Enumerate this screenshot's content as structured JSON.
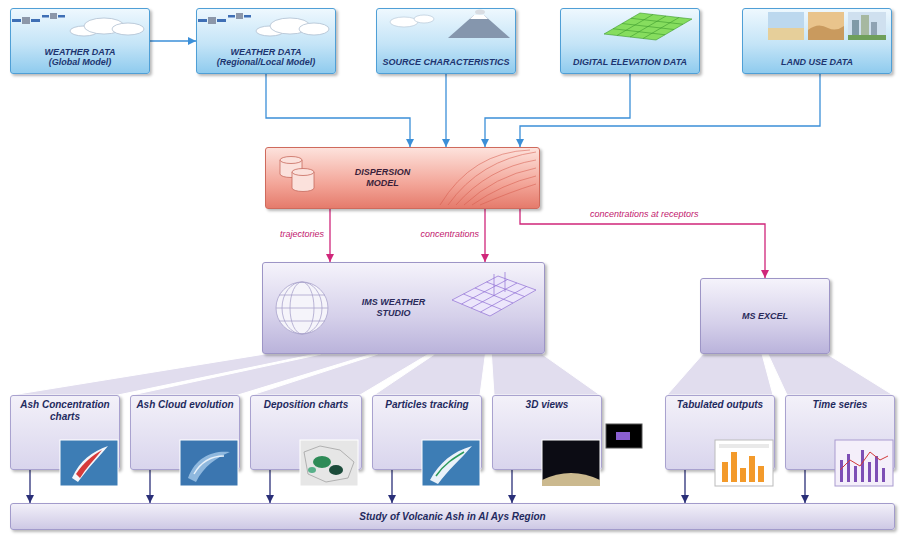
{
  "diagram": {
    "nodes": [
      {
        "text": [
          "WEATHER DATA (Global Model)"
        ]
      },
      {
        "text": [
          "WEATHER DATA (Regional/Local Model)"
        ]
      },
      {
        "text": [
          "SOURCE CHARACTERISTICS"
        ]
      },
      {
        "text": [
          "DIGITAL ELEVATION DATA"
        ]
      },
      {
        "text": [
          "LAND USE DATA"
        ]
      },
      {
        "text": [
          "DISPERSION MODEL"
        ]
      },
      {
        "text": [
          "IMS WEATHER STUDIO"
        ]
      },
      {
        "text": [
          "MS EXCEL"
        ]
      },
      {
        "text": [
          "Ash Concentration charts"
        ]
      },
      {
        "text": [
          "Ash Cloud evolution"
        ]
      },
      {
        "text": [
          "Deposition charts"
        ]
      },
      {
        "text": [
          "Particles tracking"
        ]
      },
      {
        "text": [
          "3D views"
        ]
      },
      {
        "text": [
          "Tabulated outputs"
        ]
      },
      {
        "text": [
          "Time series"
        ]
      },
      {
        "text": [
          "Study of Volcanic Ash in Al Ays Region"
        ]
      }
    ],
    "edges": [
      {
        "from": 0,
        "to": 1,
        "arrow": "to"
      },
      {
        "from": 1,
        "to": 5,
        "arrow": "to"
      },
      {
        "from": 2,
        "to": 5,
        "arrow": "to"
      },
      {
        "from": 3,
        "to": 5,
        "arrow": "to"
      },
      {
        "from": 4,
        "to": 5,
        "arrow": "to"
      },
      {
        "from": 5,
        "to": 6,
        "label": "trajectories",
        "arrow": "to"
      },
      {
        "from": 5,
        "to": 6,
        "label": "concentrations",
        "arrow": "to"
      },
      {
        "from": 5,
        "to": 7,
        "label": "concentrations at receptors",
        "arrow": "to"
      },
      {
        "from": 6,
        "to": 8,
        "arrow": "none"
      },
      {
        "from": 6,
        "to": 9,
        "arrow": "none"
      },
      {
        "from": 6,
        "to": 10,
        "arrow": "none"
      },
      {
        "from": 6,
        "to": 11,
        "arrow": "none"
      },
      {
        "from": 6,
        "to": 12,
        "arrow": "none"
      },
      {
        "from": 7,
        "to": 13,
        "arrow": "none"
      },
      {
        "from": 7,
        "to": 14,
        "arrow": "none"
      },
      {
        "from": 8,
        "to": 15,
        "arrow": "to"
      },
      {
        "from": 9,
        "to": 15,
        "arrow": "to"
      },
      {
        "from": 10,
        "to": 15,
        "arrow": "to"
      },
      {
        "from": 11,
        "to": 15,
        "arrow": "to"
      },
      {
        "from": 12,
        "to": 15,
        "arrow": "to"
      },
      {
        "from": 13,
        "to": 15,
        "arrow": "to"
      },
      {
        "from": 14,
        "to": 15,
        "arrow": "to"
      }
    ]
  }
}
